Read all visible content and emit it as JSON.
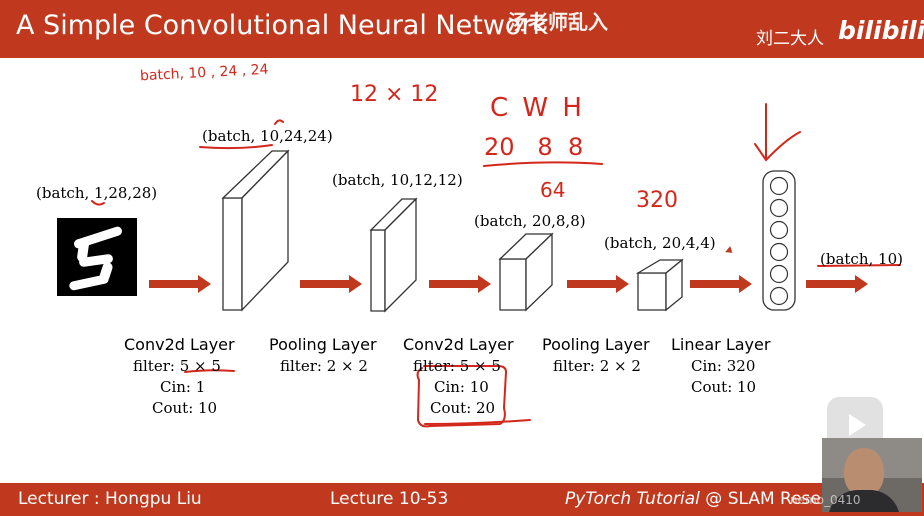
{
  "header": {
    "title": "A Simple Convolutional Neural Network",
    "overlay_title": "汤老师乱入",
    "channel": "刘二大人",
    "site_logo": "bilibili"
  },
  "footer": {
    "lecturer": "Lecturer : Hongpu Liu",
    "lecture": "Lecture 10-53",
    "tutorial": "PyTorch Tutorial",
    "at": "@ SLAM Rese",
    "video_meta": "nemo_0410"
  },
  "shapes": {
    "input": "(batch, 1,28,28)",
    "conv1": "(batch, 10,24,24)",
    "pool1": "(batch, 10,12,12)",
    "conv2": "(batch, 20,8,8)",
    "pool2": "(batch, 20,4,4)",
    "output": "(batch, 10)"
  },
  "layers": [
    {
      "name": "Conv2d Layer",
      "filter": "filter: 5 × 5",
      "cin": "Cin: 1",
      "cout": "Cout: 10"
    },
    {
      "name": "Pooling Layer",
      "filter": "filter: 2 × 2"
    },
    {
      "name": "Conv2d Layer",
      "filter": "filter: 5 × 5",
      "cin": "Cin: 10",
      "cout": "Cout: 20"
    },
    {
      "name": "Pooling Layer",
      "filter": "filter: 2 × 2"
    },
    {
      "name": "Linear Layer",
      "cin": "Cin: 320",
      "cout": "Cout: 10"
    }
  ],
  "annotations": {
    "batch_shape": "batch, 10 , 24 , 24",
    "pool_size": "12 × 12",
    "cwh": "C  W H",
    "cwh_values": "20   8  8",
    "feature": "64",
    "flatten": "320"
  },
  "colors": {
    "accent": "#c0391e",
    "arrow": "#c0391e",
    "ink_red": "#d3271b"
  }
}
